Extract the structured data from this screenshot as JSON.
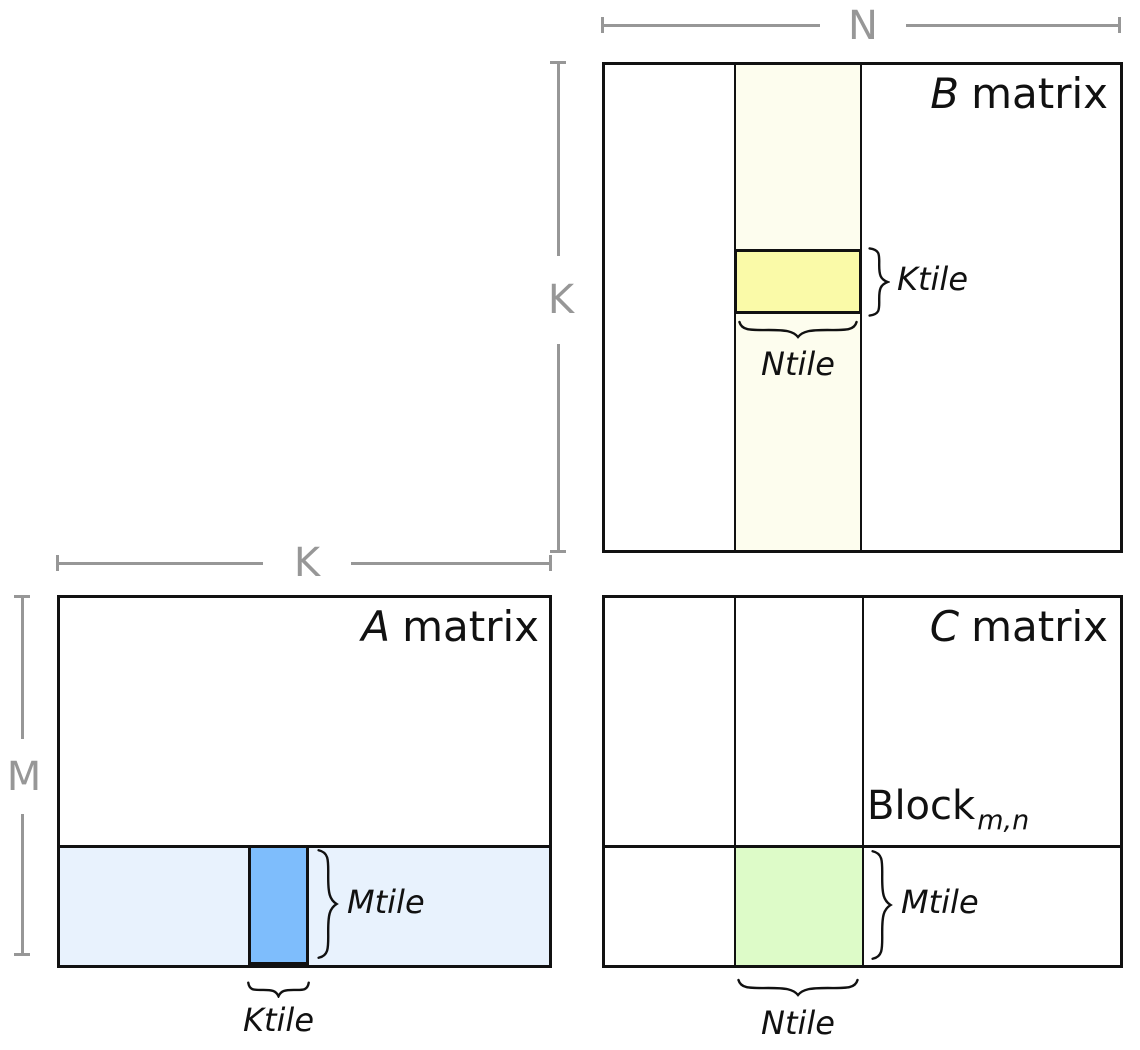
{
  "colors": {
    "background": "#FFFFFF",
    "ink": "#111111",
    "dim_gray": "#979797",
    "b_strip_fill": "#FDFDEE",
    "b_tile_fill": "#FAFAA8",
    "a_strip_fill": "#E8F2FD",
    "a_tile_fill": "#7EBDFC",
    "c_tile_fill": "#DDFBC8"
  },
  "b_matrix": {
    "title_italic": "B",
    "title_text": "matrix",
    "top_dim_label": "N",
    "left_dim_label": "K",
    "height_brace_label": "Ktile",
    "width_brace_label": "Ntile"
  },
  "a_matrix": {
    "title_italic": "A",
    "title_text": "matrix",
    "top_dim_label": "K",
    "left_dim_label": "M",
    "height_brace_label": "Mtile",
    "width_brace_label": "Ktile"
  },
  "c_matrix": {
    "title_italic": "C",
    "title_text": "matrix",
    "block_label": "Block",
    "block_subscript": "m,n",
    "height_brace_label": "Mtile",
    "width_brace_label": "Ntile"
  }
}
